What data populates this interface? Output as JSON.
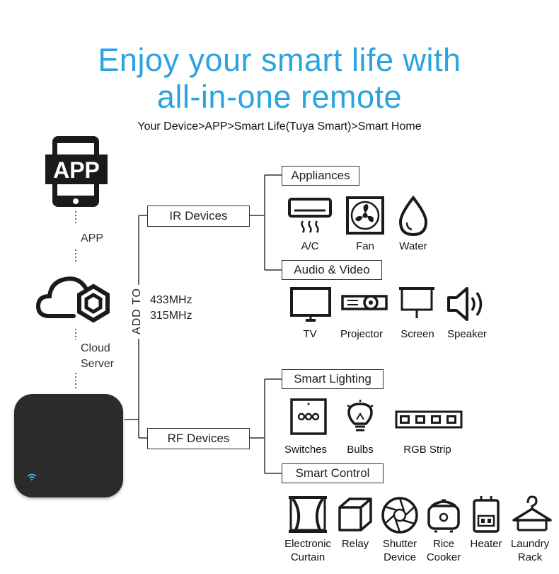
{
  "header": {
    "title_line1": "Enjoy your smart life with",
    "title_line2": "all-in-one remote",
    "subtitle": "Your Device>APP>Smart Life(Tuya Smart)>Smart Home"
  },
  "left": {
    "app_icon_text": "APP",
    "app_label": "APP",
    "cloud_label_line1": "Cloud",
    "cloud_label_line2": "Server",
    "add_to": "ADD TO",
    "freq1": "433MHz",
    "freq2": "315MHz"
  },
  "branches": {
    "ir": "IR Devices",
    "rf": "RF Devices",
    "appliances": "Appliances",
    "audio_video": "Audio & Video",
    "smart_lighting": "Smart Lighting",
    "smart_control": "Smart Control"
  },
  "devices": {
    "ac": "A/C",
    "fan": "Fan",
    "water": "Water",
    "tv": "TV",
    "projector": "Projector",
    "screen": "Screen",
    "speaker": "Speaker",
    "switches": "Switches",
    "bulbs": "Bulbs",
    "rgb_strip": "RGB Strip",
    "curtain_line1": "Electronic",
    "curtain_line2": "Curtain",
    "relay": "Relay",
    "shutter_line1": "Shutter",
    "shutter_line2": "Device",
    "rice_line1": "Rice",
    "rice_line2": "Cooker",
    "heater": "Heater",
    "laundry_line1": "Laundry",
    "laundry_line2": "Rack"
  },
  "colors": {
    "title": "#2aa3e0",
    "hub": "#2b2b2b",
    "wifi": "#3fb6e8"
  }
}
